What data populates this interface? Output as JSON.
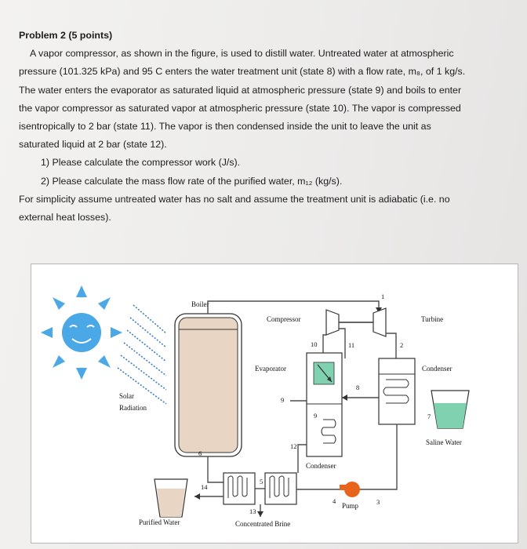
{
  "problem": {
    "title": "Problem 2 (5 points)",
    "lines": [
      "A vapor compressor, as shown in the figure, is used to distill water. Untreated water at atmospheric",
      "pressure (101.325 kPa) and 95 C enters the water treatment unit (state 8) with a flow rate, m₈, of 1 kg/s.",
      "The water enters the evaporator as saturated liquid at atmospheric pressure (state 9) and boils to enter",
      "the vapor compressor as saturated vapor at atmospheric pressure (state 10). The vapor is compressed",
      "isentropically to 2 bar (state 11). The vapor is then condensed inside the unit to leave the unit as",
      "saturated liquid at 2 bar (state 12)."
    ],
    "questions": [
      "1)   Please calculate the compressor work (J/s).",
      "2)   Please calculate the mass flow rate of the purified water, m₁₂ (kg/s)."
    ],
    "note_lines": [
      "For simplicity assume untreated water has no salt and assume the treatment unit is adiabatic (i.e. no",
      "external heat losses)."
    ]
  },
  "figure": {
    "labels": {
      "boiler": "Boiler",
      "compressor": "Compressor",
      "turbine": "Turbine",
      "evaporator": "Evaporator",
      "condenser_right": "Condenser",
      "condenser_bottom": "Condenser",
      "solar": "Solar",
      "radiation": "Radiation",
      "saline_water": "Saline Water",
      "purified_water": "Purified Water",
      "concentrated_brine": "Concentrated Brine",
      "pump": "Pump"
    },
    "states": {
      "s1": "1",
      "s2": "2",
      "s3": "3",
      "s4": "4",
      "s5": "5",
      "s6": "6",
      "s7": "7",
      "s8": "8",
      "s9a": "9",
      "s9b": "9",
      "s10": "10",
      "s11": "11",
      "s12": "12",
      "s13": "13",
      "s14": "14"
    },
    "colors": {
      "sun": "#4aa8e6",
      "ray": "#3d7fc4",
      "tank_fill": "#e8d5c4",
      "water": "#7fd1b0",
      "pump": "#e8641c",
      "pipe": "#4d4d4d"
    }
  }
}
